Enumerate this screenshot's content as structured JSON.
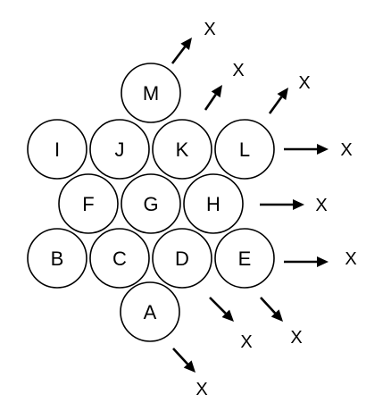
{
  "diagram": {
    "nodes": [
      {
        "id": "M",
        "label": "M"
      },
      {
        "id": "I",
        "label": "I"
      },
      {
        "id": "J",
        "label": "J"
      },
      {
        "id": "K",
        "label": "K"
      },
      {
        "id": "L",
        "label": "L"
      },
      {
        "id": "F",
        "label": "F"
      },
      {
        "id": "G",
        "label": "G"
      },
      {
        "id": "H",
        "label": "H"
      },
      {
        "id": "B",
        "label": "B"
      },
      {
        "id": "C",
        "label": "C"
      },
      {
        "id": "D",
        "label": "D"
      },
      {
        "id": "E",
        "label": "E"
      },
      {
        "id": "A",
        "label": "A"
      }
    ],
    "arrows": [
      {
        "id": "m-out",
        "label": "X"
      },
      {
        "id": "k-out",
        "label": "X"
      },
      {
        "id": "l-up-out",
        "label": "X"
      },
      {
        "id": "l-right-out",
        "label": "X"
      },
      {
        "id": "h-right-out",
        "label": "X"
      },
      {
        "id": "e-right-out",
        "label": "X"
      },
      {
        "id": "d-down-out",
        "label": "X"
      },
      {
        "id": "e-down-out",
        "label": "X"
      },
      {
        "id": "a-down-out",
        "label": "X"
      }
    ]
  }
}
